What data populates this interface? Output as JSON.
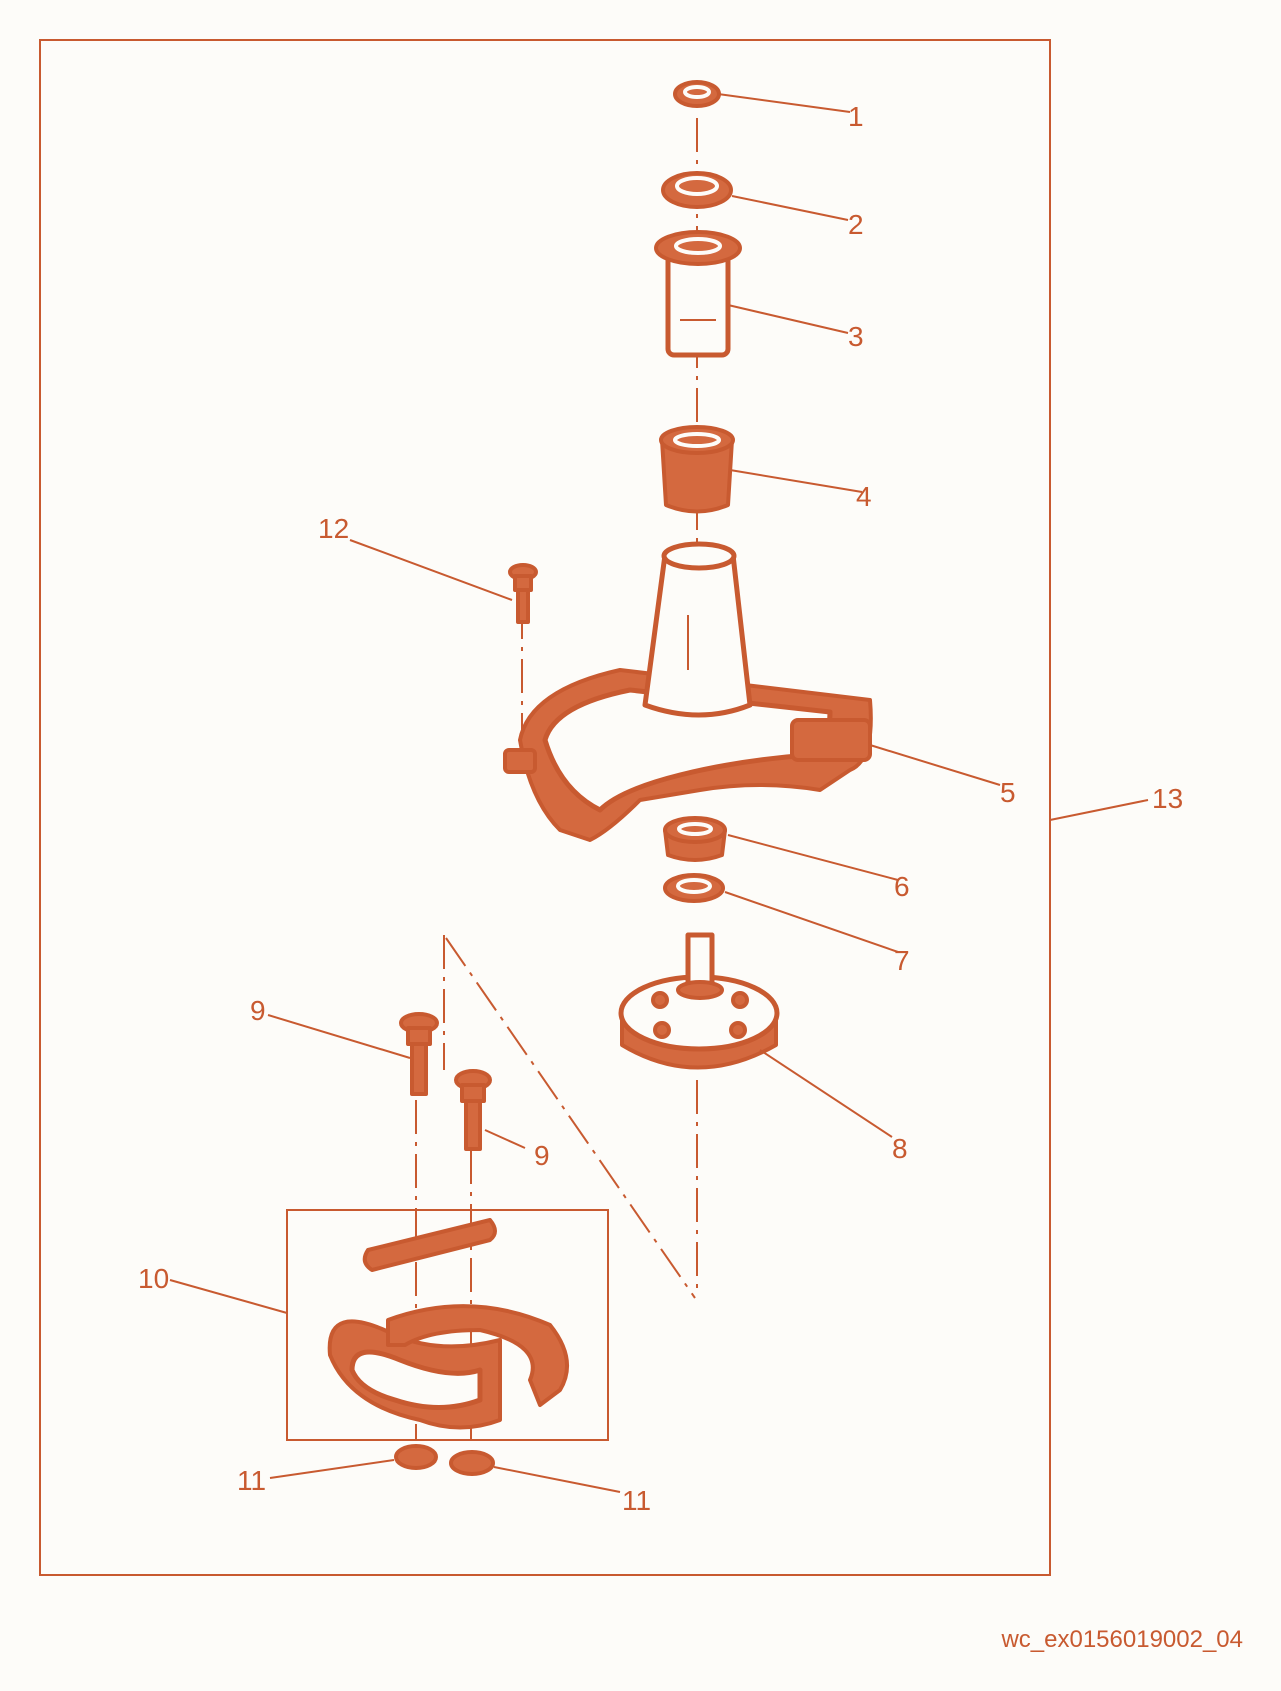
{
  "callouts": {
    "c1": "1",
    "c2": "2",
    "c3": "3",
    "c4": "4",
    "c5": "5",
    "c6": "6",
    "c7": "7",
    "c8": "8",
    "c9a": "9",
    "c9b": "9",
    "c10": "10",
    "c11a": "11",
    "c11b": "11",
    "c12": "12",
    "c13": "13"
  },
  "drawing_code": "wc_ex0156019002_04",
  "colors": {
    "accent": "#c85a30",
    "part_fill": "#d4693f",
    "background": "#fdfcf9"
  }
}
